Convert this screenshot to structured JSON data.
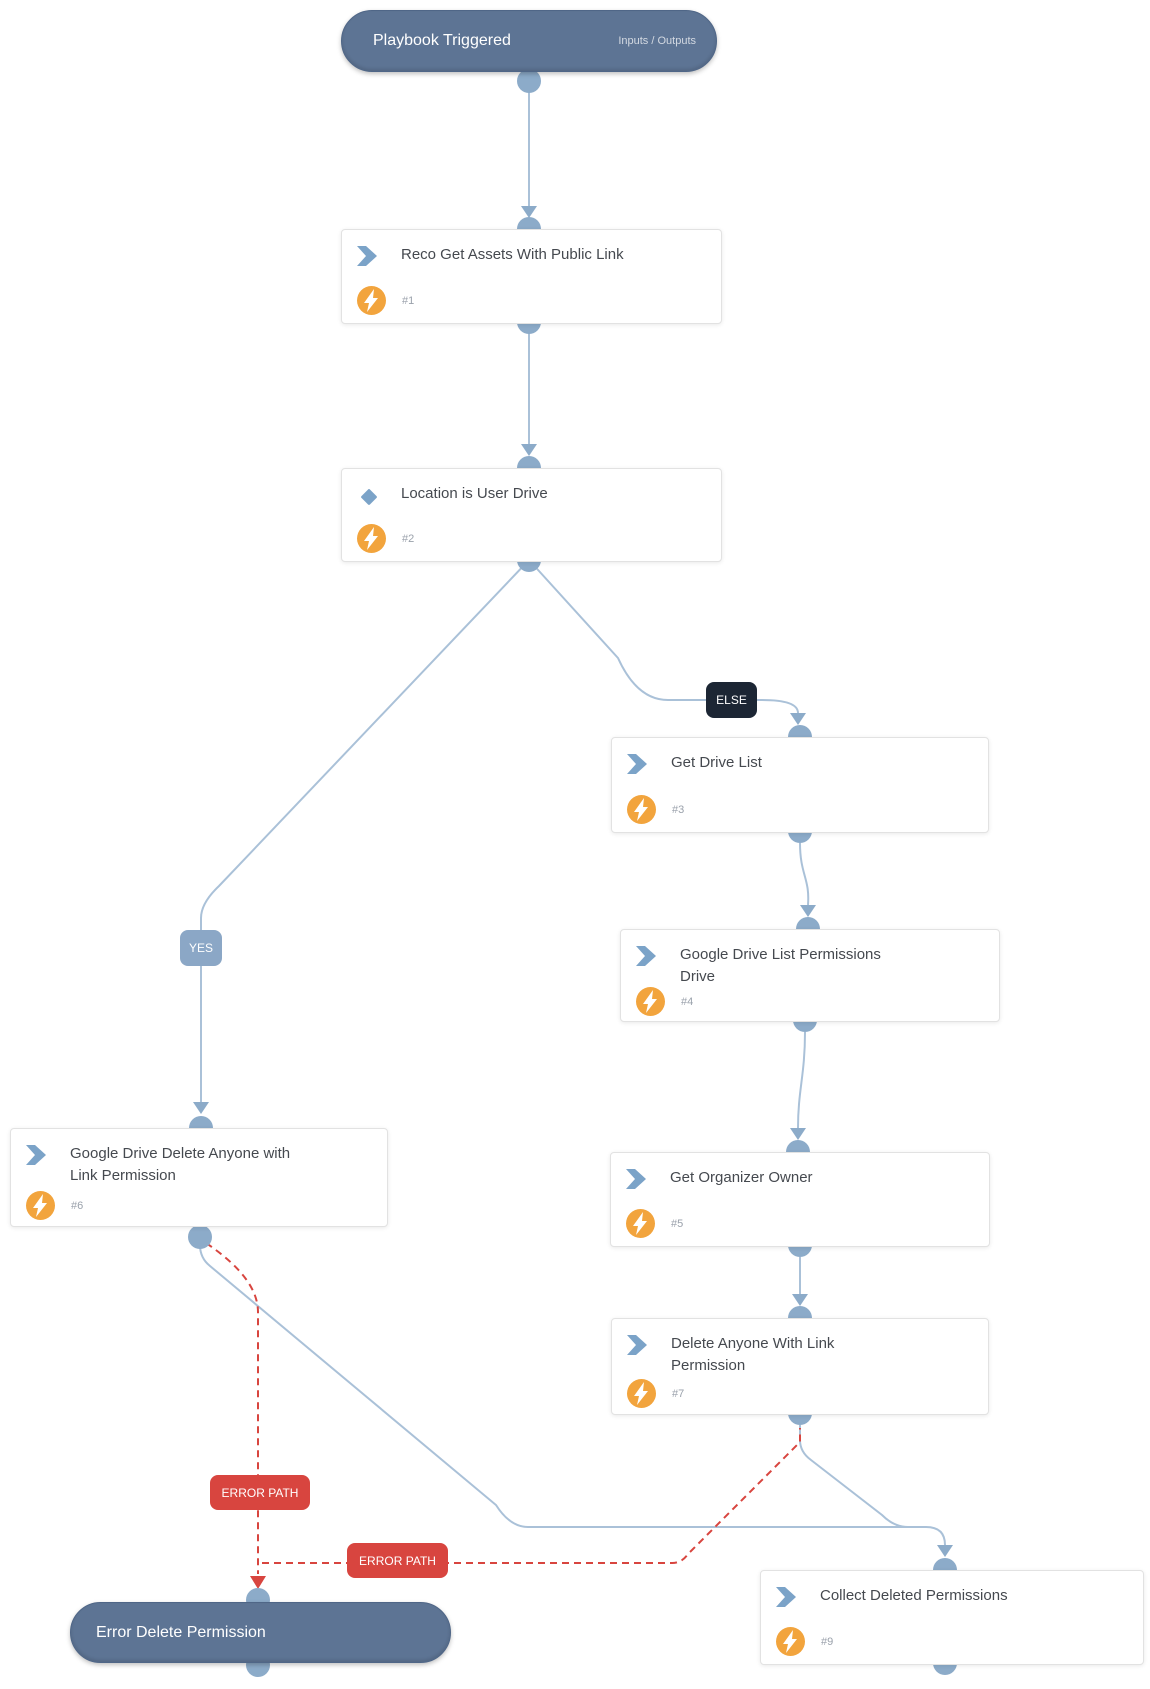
{
  "trigger": {
    "title": "Playbook Triggered",
    "io_label": "Inputs / Outputs"
  },
  "nodes": [
    {
      "title": "Reco Get Assets With Public Link",
      "step": "#1",
      "type": "action"
    },
    {
      "title": "Location is User Drive",
      "step": "#2",
      "type": "condition"
    },
    {
      "title": "Get Drive List",
      "step": "#3",
      "type": "action"
    },
    {
      "title": "Google Drive List Permissions Drive",
      "step": "#4",
      "type": "action"
    },
    {
      "title": "Get Organizer Owner",
      "step": "#5",
      "type": "action"
    },
    {
      "title": "Google Drive Delete Anyone with Link Permission",
      "step": "#6",
      "type": "action"
    },
    {
      "title": "Delete Anyone With Link Permission",
      "step": "#7",
      "type": "action"
    },
    {
      "title": "Collect Deleted Permissions",
      "step": "#9",
      "type": "action"
    }
  ],
  "branch_labels": {
    "else": "ELSE",
    "yes": "YES",
    "error_path": "ERROR PATH"
  },
  "terminal": {
    "title": "Error Delete Permission"
  },
  "colors": {
    "node_accent": "#7ba3c8",
    "instant_bolt": "#f2a43d",
    "edge": "#aac1d8",
    "connector": "#8cabc9",
    "error_path": "#d8453f",
    "pill": "#5d7494",
    "else_bg": "#1c2634",
    "yes_bg": "#8ba7c6"
  }
}
